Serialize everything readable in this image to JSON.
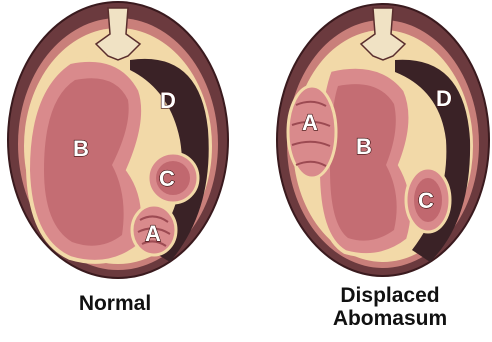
{
  "panels": [
    {
      "caption_lines": [
        "Normal"
      ],
      "labels": {
        "B": "B",
        "C": "C",
        "A": "A",
        "D": "D"
      }
    },
    {
      "caption_lines": [
        "Displaced",
        "Abomasum"
      ],
      "labels": {
        "A": "A",
        "B": "B",
        "C": "C",
        "D": "D"
      }
    }
  ],
  "colors": {
    "body_wall": "#6b3a3e",
    "muscle": "#c97f7a",
    "rumen_dark": "#3a2226",
    "organ_pink": "#d98a8c",
    "organ_deep": "#b65a63",
    "lining": "#f2d9a8",
    "outline": "#4a1e22"
  }
}
